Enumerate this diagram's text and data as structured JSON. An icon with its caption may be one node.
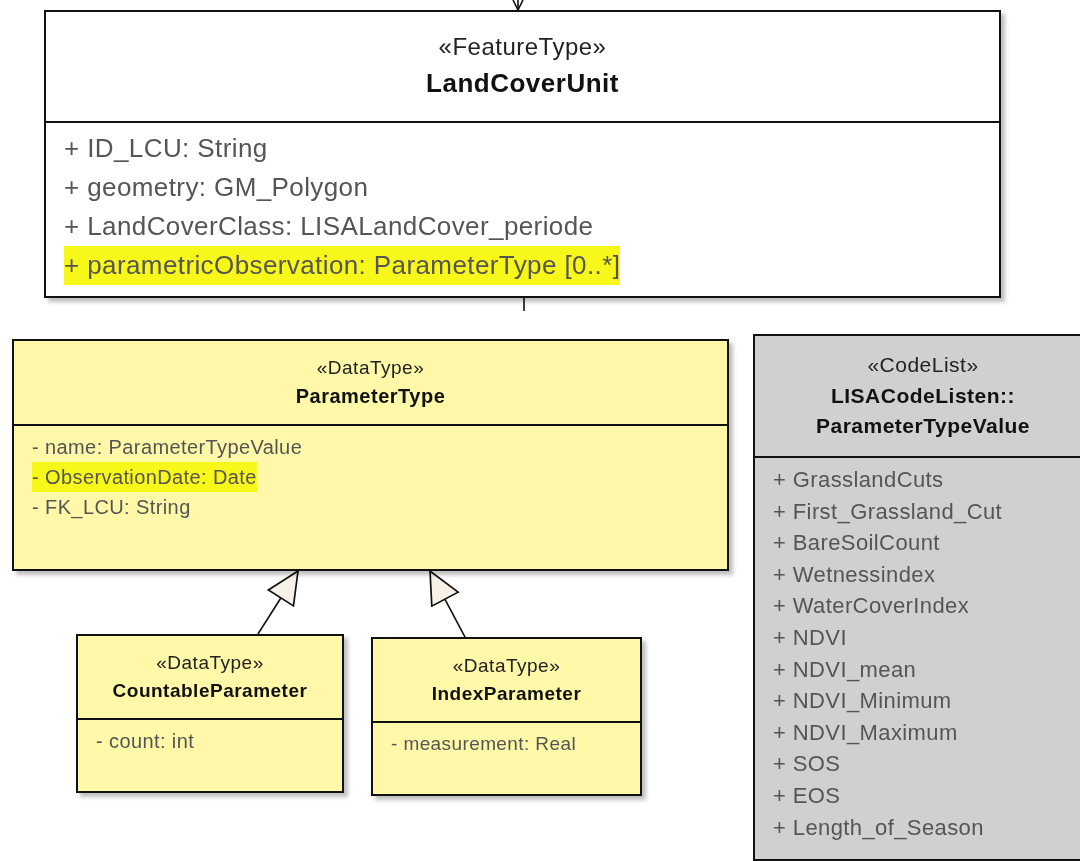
{
  "diagram": {
    "nodes": [
      {
        "text": [
          "«FeatureType»",
          "LandCoverUnit",
          "+ ID_LCU: String",
          "+ geometry: GM_Polygon",
          "+ LandCoverClass: LISALandCover_periode",
          "+ parametricObservation: ParameterType [0..*]"
        ]
      },
      {
        "text": [
          "«DataType»",
          "ParameterType",
          "- name: ParameterTypeValue",
          "- ObservationDate: Date",
          "- FK_LCU: String"
        ]
      },
      {
        "text": [
          "«CodeList»",
          "LISACodeListen:: ParameterTypeValue",
          "+ GrasslandCuts",
          "+ First_Grassland_Cut",
          "+ BareSoilCount",
          "+ Wetnessindex",
          "+ WaterCoverIndex",
          "+ NDVI",
          "+ NDVI_mean",
          "+ NDVI_Minimum",
          "+ NDVI_Maximum",
          "+ SOS",
          "+ EOS",
          "+ Length_of_Season"
        ]
      },
      {
        "text": [
          "«DataType»",
          "CountableParameter",
          "- count: int"
        ]
      },
      {
        "text": [
          "«DataType»",
          "IndexParameter",
          "- measurement: Real"
        ]
      }
    ],
    "edges": [
      {
        "from": null,
        "to": 0,
        "arrow": "to"
      },
      {
        "from": 0,
        "to": null,
        "arrow": "none"
      },
      {
        "from": 3,
        "to": 1,
        "arrow": "to"
      },
      {
        "from": 4,
        "to": 1,
        "arrow": "to"
      }
    ]
  }
}
